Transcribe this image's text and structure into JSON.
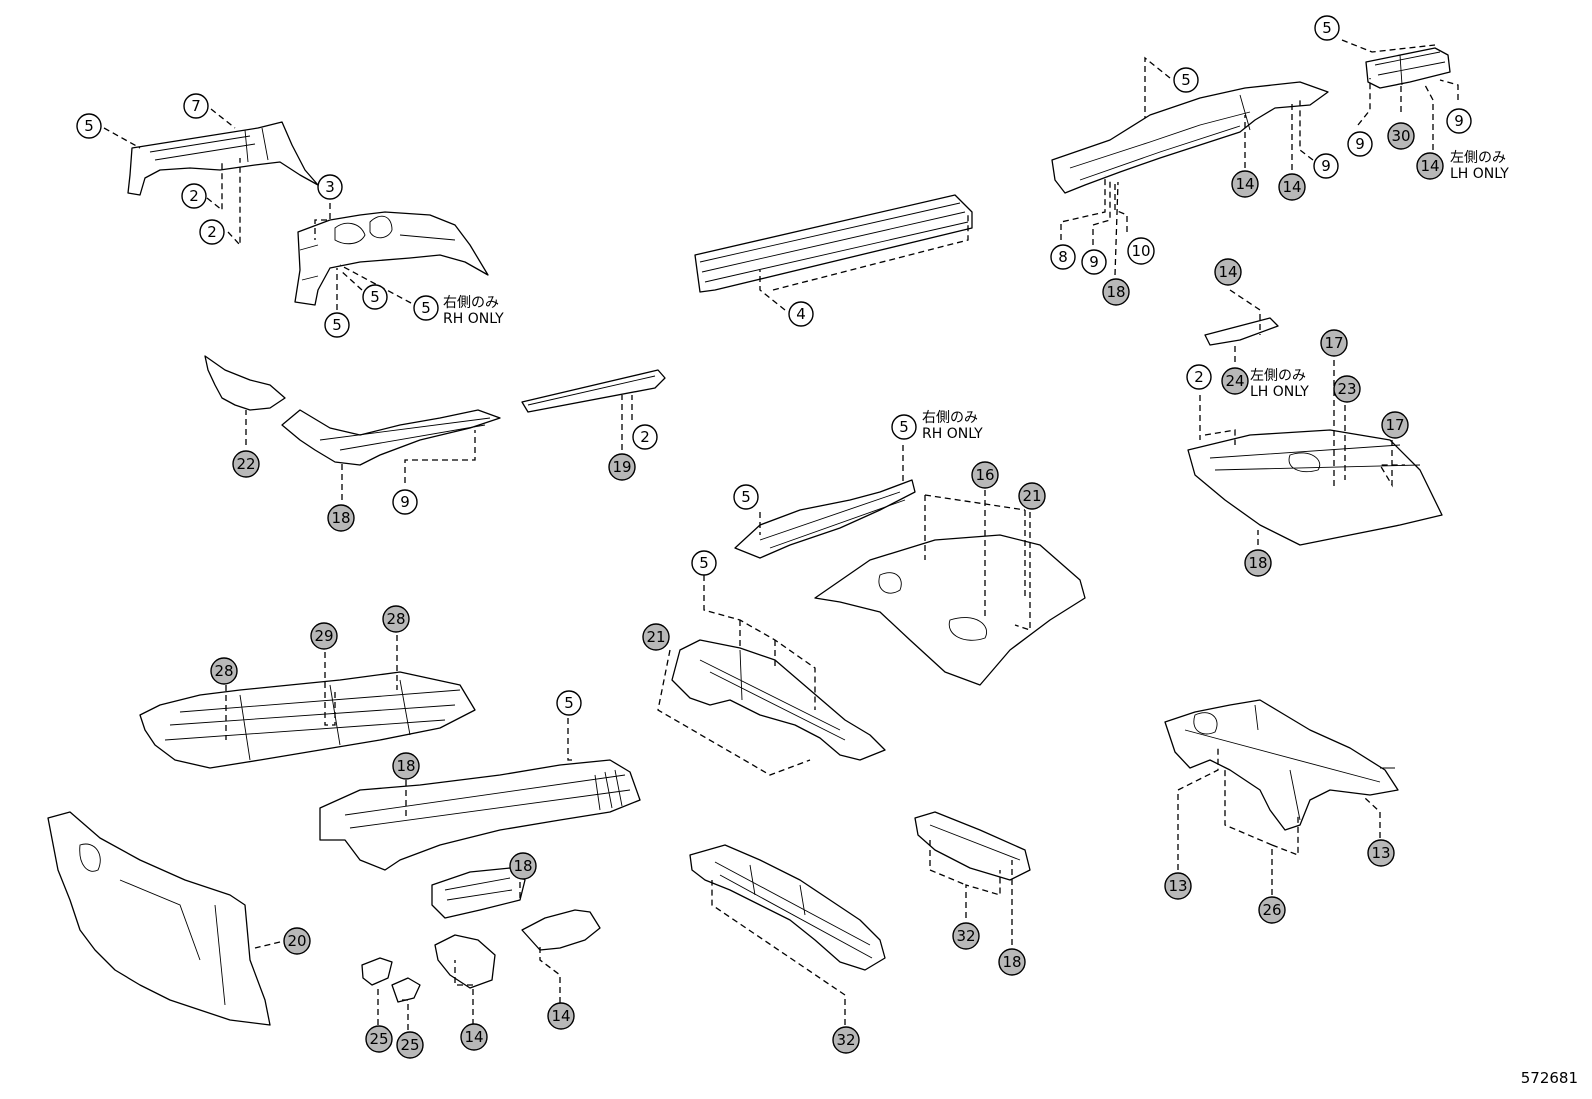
{
  "figure_number": "572681",
  "notes": {
    "rh_only_jp": "右側のみ",
    "rh_only_en": "RH ONLY",
    "lh_only_jp": "左側のみ",
    "lh_only_en": "LH ONLY"
  },
  "callouts": [
    {
      "label": "5",
      "style": "open"
    },
    {
      "label": "7",
      "style": "open"
    },
    {
      "label": "2",
      "style": "open"
    },
    {
      "label": "2",
      "style": "open"
    },
    {
      "label": "3",
      "style": "open"
    },
    {
      "label": "5",
      "style": "open"
    },
    {
      "label": "5",
      "style": "open"
    },
    {
      "label": "5",
      "style": "open"
    },
    {
      "label": "4",
      "style": "open"
    },
    {
      "label": "5",
      "style": "open"
    },
    {
      "label": "14",
      "style": "filled"
    },
    {
      "label": "14",
      "style": "filled"
    },
    {
      "label": "9",
      "style": "open"
    },
    {
      "label": "8",
      "style": "open"
    },
    {
      "label": "9",
      "style": "open"
    },
    {
      "label": "10",
      "style": "open"
    },
    {
      "label": "18",
      "style": "filled"
    },
    {
      "label": "5",
      "style": "open"
    },
    {
      "label": "9",
      "style": "open"
    },
    {
      "label": "9",
      "style": "open"
    },
    {
      "label": "30",
      "style": "filled"
    },
    {
      "label": "14",
      "style": "filled"
    },
    {
      "label": "22",
      "style": "filled"
    },
    {
      "label": "18",
      "style": "filled"
    },
    {
      "label": "9",
      "style": "open"
    },
    {
      "label": "19",
      "style": "filled"
    },
    {
      "label": "2",
      "style": "open"
    },
    {
      "label": "14",
      "style": "filled"
    },
    {
      "label": "2",
      "style": "open"
    },
    {
      "label": "24",
      "style": "filled"
    },
    {
      "label": "17",
      "style": "filled"
    },
    {
      "label": "23",
      "style": "filled"
    },
    {
      "label": "17",
      "style": "filled"
    },
    {
      "label": "18",
      "style": "filled"
    },
    {
      "label": "5",
      "style": "open"
    },
    {
      "label": "5",
      "style": "open"
    },
    {
      "label": "16",
      "style": "filled"
    },
    {
      "label": "21",
      "style": "filled"
    },
    {
      "label": "5",
      "style": "open"
    },
    {
      "label": "21",
      "style": "filled"
    },
    {
      "label": "29",
      "style": "filled"
    },
    {
      "label": "28",
      "style": "filled"
    },
    {
      "label": "28",
      "style": "filled"
    },
    {
      "label": "5",
      "style": "open"
    },
    {
      "label": "18",
      "style": "filled"
    },
    {
      "label": "18",
      "style": "filled"
    },
    {
      "label": "20",
      "style": "filled"
    },
    {
      "label": "14",
      "style": "filled"
    },
    {
      "label": "25",
      "style": "filled"
    },
    {
      "label": "25",
      "style": "filled"
    },
    {
      "label": "14",
      "style": "filled"
    },
    {
      "label": "32",
      "style": "filled"
    },
    {
      "label": "32",
      "style": "filled"
    },
    {
      "label": "18",
      "style": "filled"
    },
    {
      "label": "13",
      "style": "filled"
    },
    {
      "label": "26",
      "style": "filled"
    },
    {
      "label": "13",
      "style": "filled"
    }
  ]
}
